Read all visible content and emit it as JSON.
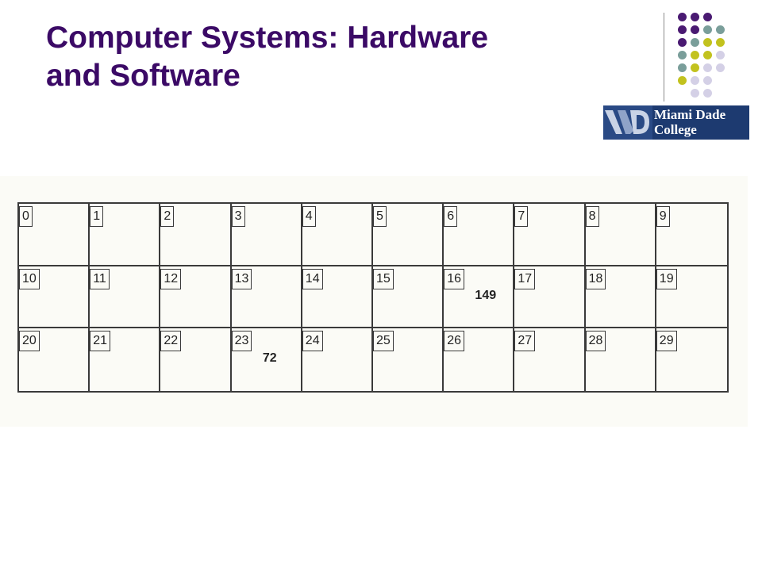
{
  "slide": {
    "title_line1": "Computer Systems: Hardware",
    "title_line2": "and Software"
  },
  "logo": {
    "line1": "Miami Dade",
    "line2": "College"
  },
  "colors": {
    "title": "#3b0a66",
    "dot_purple": "#4a1a72",
    "dot_teal": "#7a9e9a",
    "dot_olive": "#c2c21e",
    "dot_lavender": "#d4d0e6",
    "logo_bg": "#1d3a70"
  },
  "memory": {
    "rows": 3,
    "cols": 10,
    "cells": [
      {
        "address": "0",
        "value": ""
      },
      {
        "address": "1",
        "value": ""
      },
      {
        "address": "2",
        "value": ""
      },
      {
        "address": "3",
        "value": ""
      },
      {
        "address": "4",
        "value": ""
      },
      {
        "address": "5",
        "value": ""
      },
      {
        "address": "6",
        "value": ""
      },
      {
        "address": "7",
        "value": ""
      },
      {
        "address": "8",
        "value": ""
      },
      {
        "address": "9",
        "value": ""
      },
      {
        "address": "10",
        "value": ""
      },
      {
        "address": "11",
        "value": ""
      },
      {
        "address": "12",
        "value": ""
      },
      {
        "address": "13",
        "value": ""
      },
      {
        "address": "14",
        "value": ""
      },
      {
        "address": "15",
        "value": ""
      },
      {
        "address": "16",
        "value": "149"
      },
      {
        "address": "17",
        "value": ""
      },
      {
        "address": "18",
        "value": ""
      },
      {
        "address": "19",
        "value": ""
      },
      {
        "address": "20",
        "value": ""
      },
      {
        "address": "21",
        "value": ""
      },
      {
        "address": "22",
        "value": ""
      },
      {
        "address": "23",
        "value": "72"
      },
      {
        "address": "24",
        "value": ""
      },
      {
        "address": "25",
        "value": ""
      },
      {
        "address": "26",
        "value": ""
      },
      {
        "address": "27",
        "value": ""
      },
      {
        "address": "28",
        "value": ""
      },
      {
        "address": "29",
        "value": ""
      }
    ]
  }
}
